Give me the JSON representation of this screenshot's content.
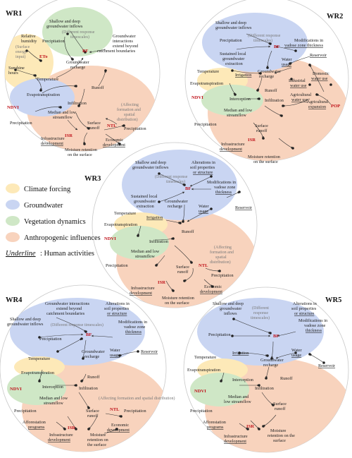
{
  "colors": {
    "climate": "#fde9b8",
    "groundwater": "#c9d5f2",
    "vegetation": "#cfe7c6",
    "anthropogenic": "#f8d3bd",
    "code_red": "#c0141c",
    "note_gray": "#7a7a7a"
  },
  "legend": {
    "climate": "Climate forcing",
    "groundwater": "Groundwater",
    "vegetation": "Vegetation dynamics",
    "anthropogenic": "Anthropogenic influences",
    "underline_key": "Underline",
    "underline_rest": ": Human activities"
  },
  "panels": {
    "wr1": {
      "title": "WR1",
      "labels": {
        "shallow1": "Shallow and deep",
        "shallow2": "groundwater inflows",
        "diff1": "(Different response",
        "diff2": "timescales)",
        "precip_top": "Precipitation",
        "gwi1": "Groundwater",
        "gwi2": "interactions",
        "gwi3": "extend beyond",
        "gwi4": "catchment boundaries",
        "rh1": "Relative",
        "rh2": "humidity",
        "sei1": "(Surface",
        "sei2": "energy",
        "sei3": "input)",
        "eto": "ETo",
        "sun1": "Sunshine",
        "sun2": "hours",
        "temp": "Temperature",
        "bf": "BF",
        "gwr1": "Groundwater",
        "gwr2": "recharge",
        "evapo": "Evapotranspiration",
        "runoff": "Runoff",
        "ndvi": "NDVI",
        "infil": "Infiltration",
        "mlf1": "Median and low",
        "mlf2": "streamflow",
        "aff1": "(Affecting",
        "aff2": "formation and",
        "aff3": "spatial",
        "aff4": "distribution)",
        "precip_low": "Precipitation",
        "sr1": "Surface",
        "sr2": "runoff",
        "ntl": "NTL",
        "precip_right": "Precipitation",
        "isr": "ISR",
        "inf1": "Infrastructure",
        "inf2": "development",
        "eco1": "Economic",
        "eco2": "development",
        "moist1": "Moisture retention",
        "moist2": "on the surface"
      }
    },
    "wr2": {
      "title": "WR2",
      "labels": {
        "shallow1": "Shallow and deep",
        "shallow2": "groundwater inflows",
        "precip": "Precipitation",
        "diff1": "(Different response",
        "diff2": "timescales)",
        "mod1": "Modifications in",
        "mod2": "vadose zone thickness",
        "bf": "BF",
        "reservoir": "Reservoir",
        "sus1": "Sustained local",
        "sus2": "groundwater",
        "sus3": "extraction",
        "water1": "Water",
        "water2": "usage",
        "temp": "Temperature",
        "irrig": "Irrigation",
        "gwr1": "Groundwater",
        "gwr2": "recharge",
        "dom1": "Domestic",
        "dom2": "water use",
        "ind1": "Industrial",
        "ind2": "water use",
        "evapo": "Evapotranspiration",
        "runoff": "Runoff",
        "ndvi": "NDVI",
        "intercept": "Interception",
        "infil": "Infiltration",
        "agr1": "Agricultural",
        "agr2": "water use",
        "agr3": "Agricultural",
        "agr4": "expansion",
        "pop": "POP",
        "mlf1": "Median and low",
        "mlf2": "streamflow",
        "precip_low": "Precipitation",
        "sr1": "Surface",
        "sr2": "runoff",
        "isr": "ISR",
        "inf1": "Infrastructure",
        "inf2": "development",
        "moist1": "Moisture retention",
        "moist2": "on the surface"
      }
    },
    "wr3": {
      "title": "WR3",
      "labels": {
        "shallow1": "Shallow and deep",
        "shallow2": "groundwater inflows",
        "alt1": "Alterations in",
        "alt2": "soil properties",
        "alt3": "or structure",
        "diff1": "(Different response",
        "diff2": "timescales)",
        "bf": "BF",
        "mod1": "Modifications in",
        "mod2": "vadose zone",
        "mod3": "thickness",
        "sus1": "Sustained local",
        "sus2": "groundwater",
        "sus3": "extraction",
        "gwr1": "Groundwater",
        "gwr2": "recharge",
        "water1": "Water",
        "water2": "usage",
        "reservoir": "Reservoir",
        "temp": "Temperature",
        "irrig": "Irrigation",
        "evapo": "Evapotranspiration",
        "runoff": "Runoff",
        "ndvi": "NDVI",
        "infil": "Infiltration",
        "mlf1": "Median and low",
        "mlf2": "streamflow",
        "aff1": "(Affecting",
        "aff2": "formation and",
        "aff3": "spatial",
        "aff4": "distribution)",
        "precip": "Precipitation",
        "sr1": "Surface",
        "sr2": "runoff",
        "ntl": "NTL",
        "precip_right": "Precipitation",
        "isr": "ISR",
        "eco1": "Economic",
        "eco2": "development",
        "inf1": "Infrastructure",
        "inf2": "development",
        "moist1": "Moisture retention",
        "moist2": "on the surface"
      }
    },
    "wr4": {
      "title": "WR4",
      "labels": {
        "gwi1": "Groundwater interactions",
        "gwi2": "extend beyond",
        "gwi3": "catchment boundaries",
        "alt1": "Alterations in",
        "alt2": "soil properties",
        "alt3": "or structure",
        "shallow1": "Shallow and deep",
        "shallow2": "groundwater inflows",
        "diff": "(Different response timescales)",
        "mod1": "Modifications in",
        "mod2": "vadose zone",
        "mod3": "thickness",
        "precip": "Precipitation",
        "bf": "BF",
        "temp": "Temperature",
        "gwr1": "Groundwater",
        "gwr2": "recharge",
        "water1": "Water",
        "water2": "usage",
        "reservoir": "Reservoir",
        "evapo": "Evapotranspiration",
        "runoff": "Runoff",
        "ndvi": "NDVI",
        "intercept": "Interception",
        "infil": "Infiltration",
        "mlf1": "Median and low",
        "mlf2": "streamflow",
        "aff": "(Affecting formation and spatial distribution)",
        "precip_low": "Precipitation",
        "sr1": "Surface",
        "sr2": "runoff",
        "ntl": "NTL",
        "precip_right": "Precipitation",
        "aff_prog1": "Afforestation",
        "aff_prog2": "programs",
        "isr": "ISR",
        "eco1": "Economic",
        "eco2": "development",
        "inf1": "Infrastructure",
        "inf2": "development",
        "moist1": "Moisture",
        "moist2": "retention on",
        "moist3": "the surface"
      }
    },
    "wr5": {
      "title": "WR5",
      "labels": {
        "shallow1": "Shallow and deep",
        "shallow2": "groundwater",
        "shallow3": "inflows",
        "diff1": "(Different",
        "diff2": "response",
        "diff3": "timescales)",
        "alt1": "Alterations in",
        "alt2": "soil properties",
        "alt3": "or structure",
        "mod1": "Modifications in",
        "mod2": "vadose zone",
        "mod3": "thickness",
        "precip": "Precipitation",
        "bf": "BF",
        "temp": "Temperature",
        "irrig": "Irrigation",
        "gwr1": "Groundwater",
        "gwr2": "recharge",
        "water1": "Water",
        "water2": "usage",
        "reservoir": "Reservoir",
        "evapo": "Evapotranspiration",
        "runoff": "Runoff",
        "ndvi": "NDVI",
        "intercept": "Interception",
        "infil": "Infiltration",
        "mlf1": "Median and",
        "mlf2": "low streamflow",
        "precip_low": "Precipitation",
        "sr1": "Surface",
        "sr2": "runoff",
        "aff_prog1": "Afforestation",
        "aff_prog2": "programs",
        "isr": "ISR",
        "inf1": "Infrastructure",
        "inf2": "development",
        "moist1": "Moisture",
        "moist2": "retention on the",
        "moist3": "surface"
      }
    }
  }
}
